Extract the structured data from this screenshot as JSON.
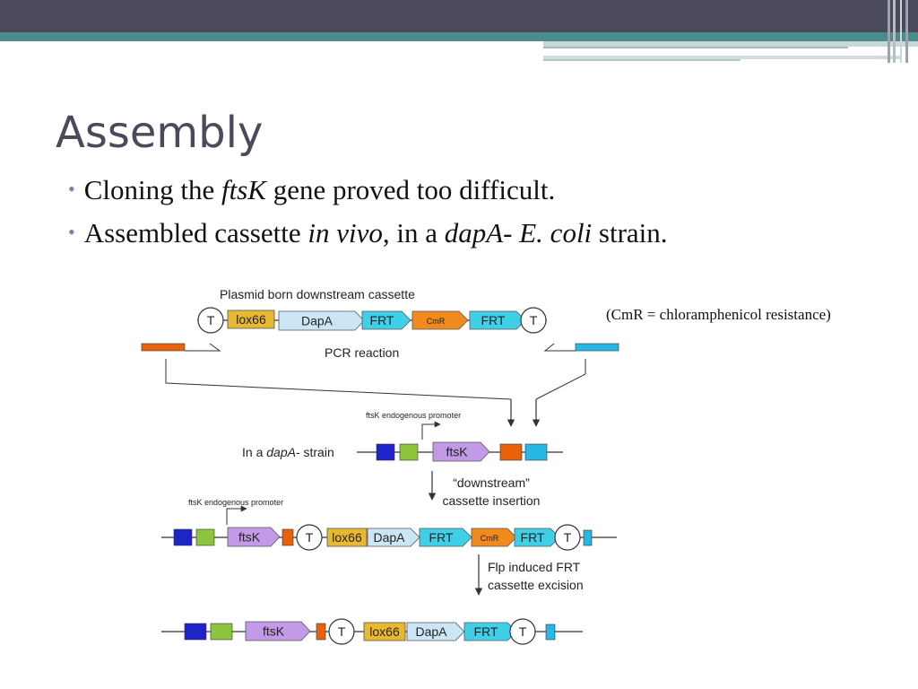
{
  "slide": {
    "title": "Assembly",
    "bullets": [
      {
        "parts": [
          {
            "t": "Cloning the ",
            "i": false
          },
          {
            "t": "ftsK",
            "i": true
          },
          {
            "t": " gene proved too difficult.",
            "i": false
          }
        ]
      },
      {
        "parts": [
          {
            "t": "Assembled cassette ",
            "i": false
          },
          {
            "t": "in vivo",
            "i": true
          },
          {
            "t": ", in a ",
            "i": false
          },
          {
            "t": "dapA",
            "i": true
          },
          {
            "t": "- ",
            "i": false
          },
          {
            "t": "E. coli",
            "i": true
          },
          {
            "t": " strain.",
            "i": false
          }
        ]
      }
    ],
    "note": "(CmR = chloramphenicol resistance)"
  },
  "diagram": {
    "header": "Plasmid born downstream cassette",
    "pcr_label": "PCR reaction",
    "promoter_label": "ftsK endogenous promoter",
    "strain_label_prefix": "In a ",
    "strain_label_italic": "dapA",
    "strain_label_suffix": "- strain",
    "step1_line1": "“downstream”",
    "step1_line2": "cassette insertion",
    "step2_line1": "Flp induced FRT",
    "step2_line2": "cassette excision",
    "part_t": "T",
    "part_lox66": "lox66",
    "part_dapa": "DapA",
    "part_frt": "FRT",
    "part_cmr": "CmR",
    "part_ftsk": "ftsK"
  },
  "colors": {
    "topbar": "#4a4a5a",
    "teal": "#4c8c8e",
    "bullet": "#8f78b8",
    "lox66": "#e8b830",
    "dapa": "#cde6f5",
    "frt": "#3fd0e8",
    "cmr": "#f08a1c",
    "ftsk": "#c39ae8",
    "blue_block": "#1f24c8",
    "green_block": "#8cc63f",
    "orange_block": "#e8620e",
    "cyan_block": "#27b8e6"
  }
}
